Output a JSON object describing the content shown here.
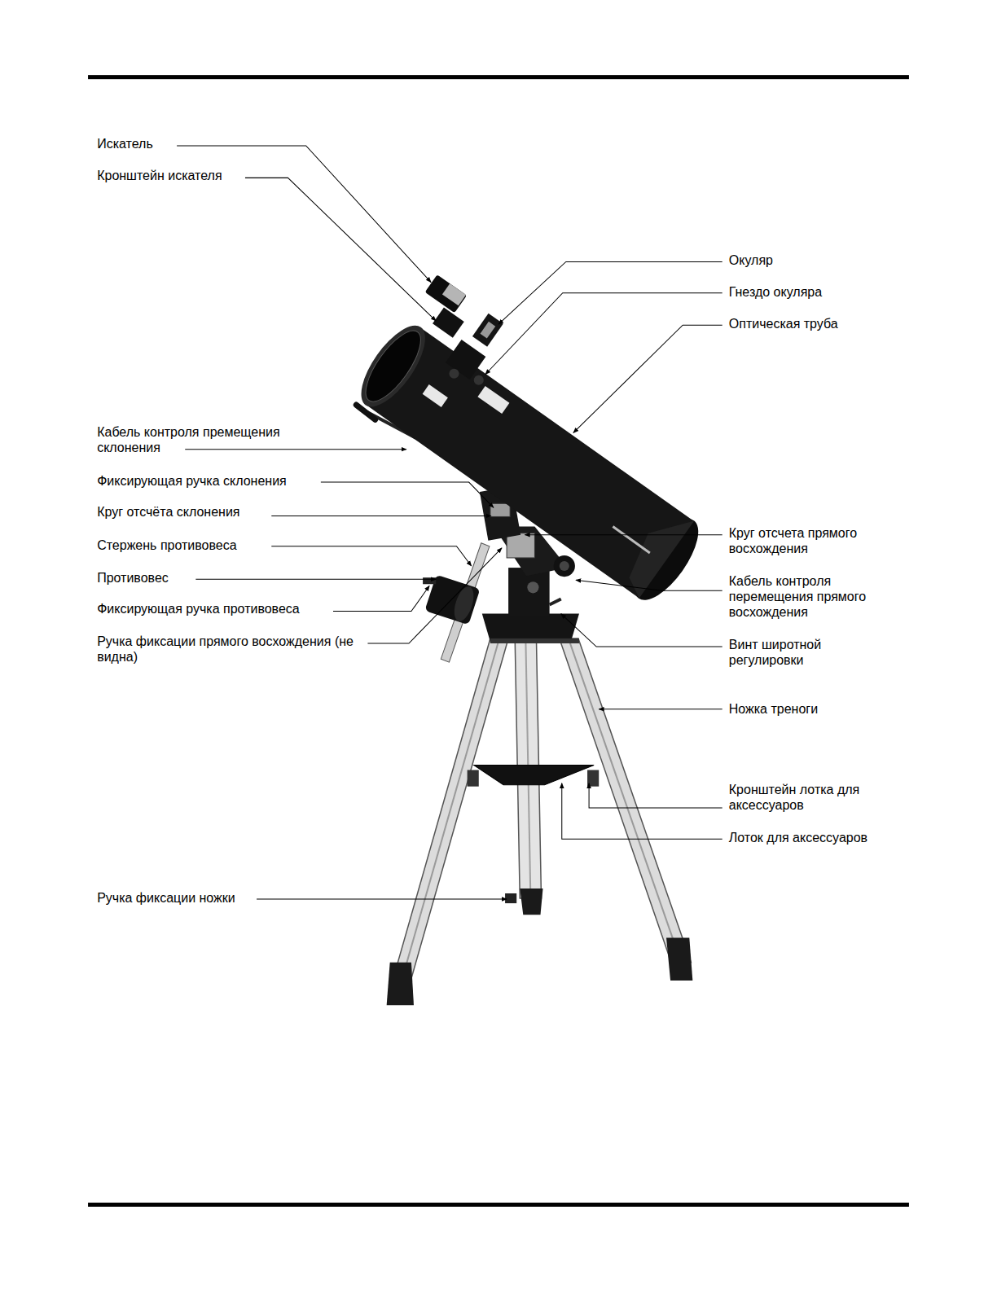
{
  "diagram": {
    "labels": [
      "Искатель",
      "Кронштейн искателя",
      "Окуляр",
      "Гнездо окуляра",
      "Оптическая труба",
      "Кабель контроля премещения склонения",
      "Фиксирующая ручка склонения",
      "Круг отсчёта склонения",
      "Круг отсчета прямого восхождения",
      "Стержень противовеса",
      "Противовес",
      "Кабель контроля перемещения прямого восхождения",
      "Фиксирующая ручка противовеса",
      "Ручка фиксации прямого восхождения (не видна)",
      "Винт широтной регулировки",
      "Ножка треноги",
      "Кронштейн лотка для аксессуаров",
      "Лоток для аксессуаров",
      "Ручка фиксации ножки"
    ]
  }
}
